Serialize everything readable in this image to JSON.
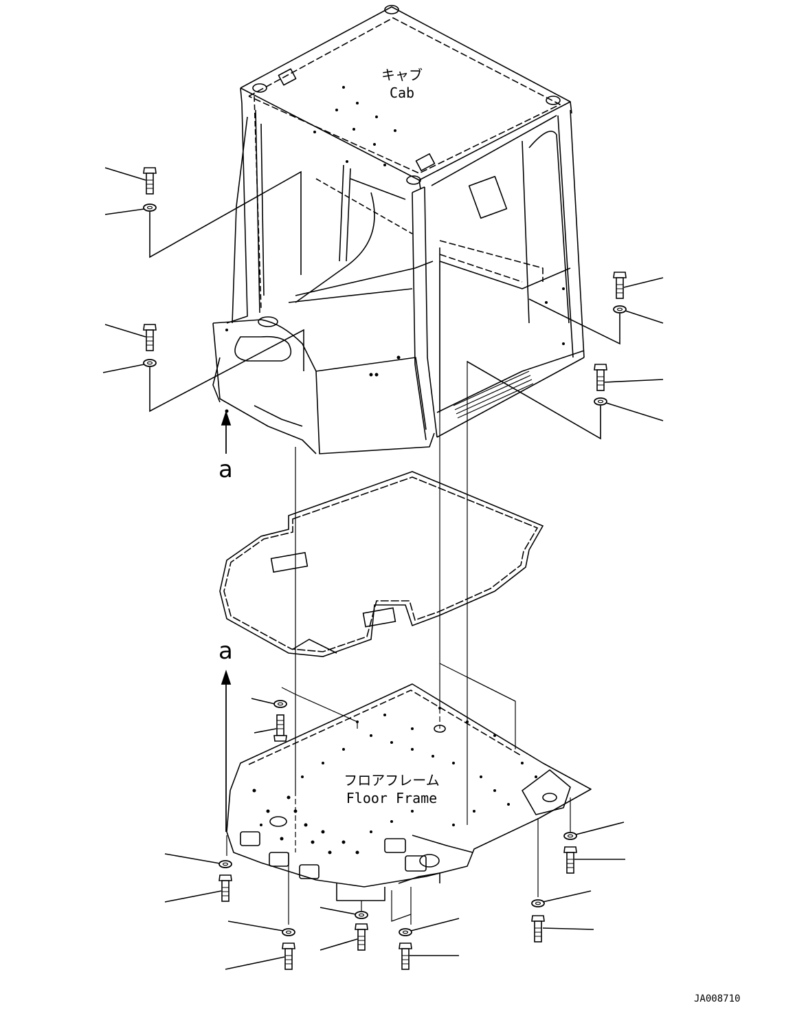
{
  "labels": {
    "cab_jp": "キャブ",
    "cab_en": "Cab",
    "floor_jp": "フロアフレーム",
    "floor_en": "Floor Frame",
    "view_a_top": "a",
    "view_a_bottom": "a",
    "drawing_code": "JA008710"
  },
  "colors": {
    "line": "#000000",
    "background": "#ffffff"
  }
}
